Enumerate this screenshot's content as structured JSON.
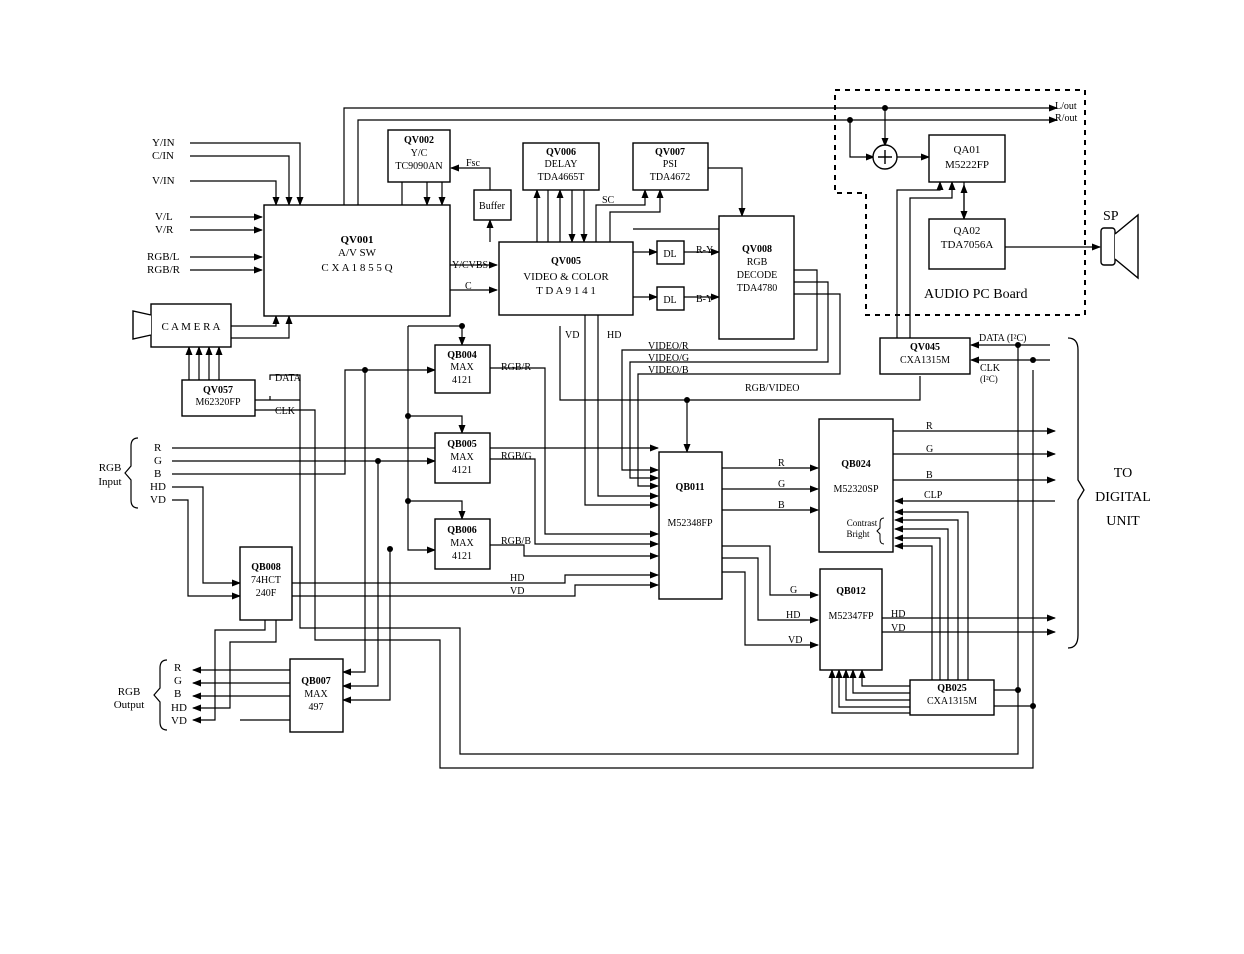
{
  "blocks": {
    "qv001": {
      "id": "QV001",
      "l1": "A/V    SW",
      "l2": "C X A 1 8 5 5 Q"
    },
    "qv002": {
      "id": "QV002",
      "l1": "Y/C",
      "l2": "TC9090AN"
    },
    "buffer": {
      "label": "Buffer"
    },
    "qv006": {
      "id": "QV006",
      "l1": "DELAY",
      "l2": "TDA4665T"
    },
    "qv007": {
      "id": "QV007",
      "l1": "PSI",
      "l2": "TDA4672"
    },
    "qv005": {
      "id": "QV005",
      "l1": "VIDEO  &  COLOR",
      "l2": "T D A 9 1 4 1"
    },
    "dl1": {
      "label": "DL"
    },
    "dl2": {
      "label": "DL"
    },
    "qv008": {
      "id": "QV008",
      "l1": "RGB",
      "l2": "DECODE",
      "l3": "TDA4780"
    },
    "qa01": {
      "id": "QA01",
      "l1": "M5222FP"
    },
    "qa02": {
      "id": "QA02",
      "l1": "TDA7056A"
    },
    "camera": {
      "label": "C A M E R A"
    },
    "qv057": {
      "id": "QV057",
      "l1": "M62320FP"
    },
    "qb004": {
      "id": "QB004",
      "l1": "MAX",
      "l2": "4121"
    },
    "qb005": {
      "id": "QB005",
      "l1": "MAX",
      "l2": "4121"
    },
    "qb006": {
      "id": "QB006",
      "l1": "MAX",
      "l2": "4121"
    },
    "qv045": {
      "id": "QV045",
      "l1": "CXA1315M"
    },
    "qb011": {
      "id": "QB011",
      "l1": "M52348FP"
    },
    "qb024": {
      "id": "QB024",
      "l1": "M52320SP",
      "contrast": "Contrast",
      "bright": "Bright"
    },
    "qb008": {
      "id": "QB008",
      "l1": "74HCT",
      "l2": "240F"
    },
    "qb012": {
      "id": "QB012",
      "l1": "M52347FP"
    },
    "qb007": {
      "id": "QB007",
      "l1": "MAX",
      "l2": "497"
    },
    "qb025": {
      "id": "QB025",
      "l1": "CXA1315M"
    }
  },
  "inputs": {
    "yin": "Y/IN",
    "cin": "C/IN",
    "vin": "V/IN",
    "vl": "V/L",
    "vr": "V/R",
    "rgbl": "RGB/L",
    "rgbr": "RGB/R"
  },
  "signals": {
    "fsc": "Fsc",
    "ycvbs": "Y/CVBS",
    "c": "C",
    "sc": "SC",
    "ry": "R-Y",
    "by": "B-Y",
    "vd": "VD",
    "hd": "HD",
    "video_r": "VIDEO/R",
    "video_g": "VIDEO/G",
    "video_b": "VIDEO/B",
    "rgb_video": "RGB/VIDEO",
    "rgb_r": "RGB/R",
    "rgb_g": "RGB/G",
    "rgb_b": "RGB/B",
    "data": "DATA",
    "clk": "CLK",
    "data_i2c": "DATA (I²C)",
    "clk_i2c": "CLK",
    "i2c": "(I²C)",
    "hd_mid": "HD",
    "vd_mid": "VD",
    "r": "R",
    "g": "G",
    "b": "B",
    "clp": "CLP",
    "g12": "G",
    "hd12": "HD",
    "vd12": "VD",
    "hd_out": "HD",
    "vd_out": "VD",
    "lout": "L/out",
    "rout": "R/out",
    "sp": "SP",
    "audio_board": "AUDIO PC Board"
  },
  "rgb_input": {
    "title1": "RGB",
    "title2": "Input",
    "pins": [
      "R",
      "G",
      "B",
      "HD",
      "VD"
    ]
  },
  "rgb_output": {
    "title1": "RGB",
    "title2": "Output",
    "pins": [
      "R",
      "G",
      "B",
      "HD",
      "VD"
    ]
  },
  "digital_unit": {
    "l1": "TO",
    "l2": "DIGITAL",
    "l3": "UNIT"
  }
}
